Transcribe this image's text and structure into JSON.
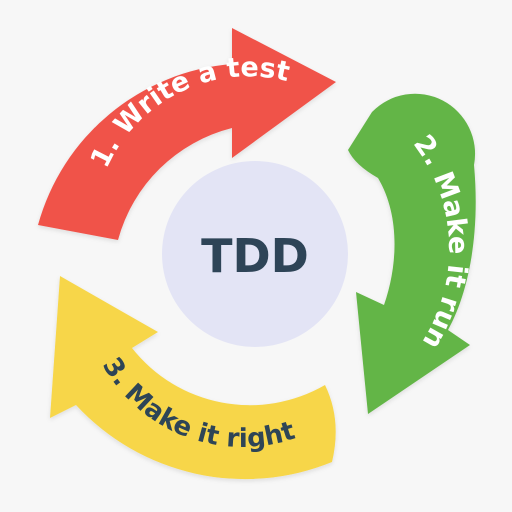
{
  "center": {
    "label": "TDD",
    "circle_color": "#e3e4f5",
    "text_color": "#2e4457"
  },
  "steps": [
    {
      "label": "1. Write a test",
      "color": "#f0524a",
      "text_color": "#ffffff"
    },
    {
      "label": "2. Make it run",
      "color": "#63b547",
      "text_color": "#ffffff"
    },
    {
      "label": "3. Make it right",
      "color": "#f7d64a",
      "text_color": "#2e4457"
    }
  ]
}
